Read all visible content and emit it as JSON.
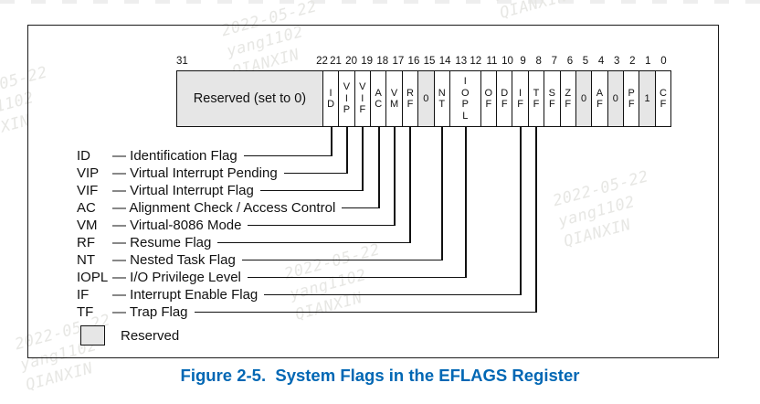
{
  "register": {
    "reserved": {
      "bit_high": "31",
      "bit_low": "22",
      "label": "Reserved (set to 0)",
      "shaded": true
    },
    "cells": [
      {
        "bit": "21",
        "letters": [
          "I",
          "D"
        ],
        "shaded": false
      },
      {
        "bit": "20",
        "letters": [
          "V",
          "I",
          "P"
        ],
        "shaded": false
      },
      {
        "bit": "19",
        "letters": [
          "V",
          "I",
          "F"
        ],
        "shaded": false
      },
      {
        "bit": "18",
        "letters": [
          "A",
          "C"
        ],
        "shaded": false
      },
      {
        "bit": "17",
        "letters": [
          "V",
          "M"
        ],
        "shaded": false
      },
      {
        "bit": "16",
        "letters": [
          "R",
          "F"
        ],
        "shaded": false
      },
      {
        "bit": "15",
        "letters": [
          "0"
        ],
        "shaded": true
      },
      {
        "bit": "14",
        "letters": [
          "N",
          "T"
        ],
        "shaded": false
      },
      {
        "bit": "13 12",
        "letters": [
          "I",
          "O",
          "P",
          "L"
        ],
        "shaded": false,
        "wide": true
      },
      {
        "bit": "11",
        "letters": [
          "O",
          "F"
        ],
        "shaded": false
      },
      {
        "bit": "10",
        "letters": [
          "D",
          "F"
        ],
        "shaded": false
      },
      {
        "bit": "9",
        "letters": [
          "I",
          "F"
        ],
        "shaded": false
      },
      {
        "bit": "8",
        "letters": [
          "T",
          "F"
        ],
        "shaded": false
      },
      {
        "bit": "7",
        "letters": [
          "S",
          "F"
        ],
        "shaded": false
      },
      {
        "bit": "6",
        "letters": [
          "Z",
          "F"
        ],
        "shaded": false
      },
      {
        "bit": "5",
        "letters": [
          "0"
        ],
        "shaded": true
      },
      {
        "bit": "4",
        "letters": [
          "A",
          "F"
        ],
        "shaded": false
      },
      {
        "bit": "3",
        "letters": [
          "0"
        ],
        "shaded": true
      },
      {
        "bit": "2",
        "letters": [
          "P",
          "F"
        ],
        "shaded": false
      },
      {
        "bit": "1",
        "letters": [
          "1"
        ],
        "shaded": true
      },
      {
        "bit": "0",
        "letters": [
          "C",
          "F"
        ],
        "shaded": false
      }
    ]
  },
  "dash": "—",
  "flags": [
    {
      "acronym": "ID",
      "name": "Identification Flag"
    },
    {
      "acronym": "VIP",
      "name": "Virtual Interrupt Pending"
    },
    {
      "acronym": "VIF",
      "name": "Virtual Interrupt Flag"
    },
    {
      "acronym": "AC",
      "name": "Alignment Check / Access Control"
    },
    {
      "acronym": "VM",
      "name": "Virtual-8086 Mode"
    },
    {
      "acronym": "RF",
      "name": "Resume Flag"
    },
    {
      "acronym": "NT",
      "name": "Nested Task Flag"
    },
    {
      "acronym": "IOPL",
      "name": "I/O Privilege Level"
    },
    {
      "acronym": "IF",
      "name": "Interrupt Enable Flag"
    },
    {
      "acronym": "TF",
      "name": "Trap Flag"
    }
  ],
  "legend": {
    "reserved_label": "Reserved"
  },
  "caption": "Figure 2-5.  System Flags in the EFLAGS Register",
  "watermark": {
    "lines": [
      "2022-05-22",
      "yang1102",
      "QIANXIN"
    ]
  },
  "colors": {
    "shaded_cell": "#e6e6e6",
    "caption_blue": "#0067b4",
    "line_black": "#111111",
    "watermark_gray": "#e7e7e4"
  }
}
